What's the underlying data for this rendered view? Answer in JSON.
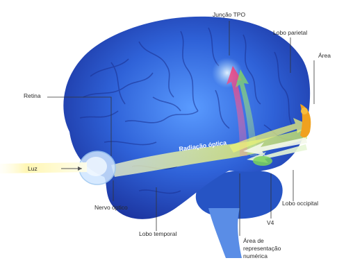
{
  "labels": {
    "juncao_tpo": "Junção TPO",
    "lobo_parietal": "Lobo parietal",
    "area_top": "Área",
    "retina": "Retina",
    "luz": "Luz",
    "radiacao_optica": "Radiação óptica",
    "nervo_optico": "Nervo óptico",
    "lobo_temporal": "Lobo temporal",
    "lobo_occipital": "Lobo occipital",
    "v4": "V4",
    "area_rep_line1": "Área de",
    "area_rep_line2": "representação",
    "area_rep_line3": "numérica"
  },
  "colors": {
    "brain_dark": "#1f3fae",
    "brain_mid": "#2f62d8",
    "brain_light": "#79b8ff",
    "light_beam": "#fff8b0",
    "arrow_pink": "#f04b86",
    "arrow_green": "#9be36b",
    "arrow_yellow": "#e8f27a",
    "orange_spot": "#f0a11e"
  }
}
